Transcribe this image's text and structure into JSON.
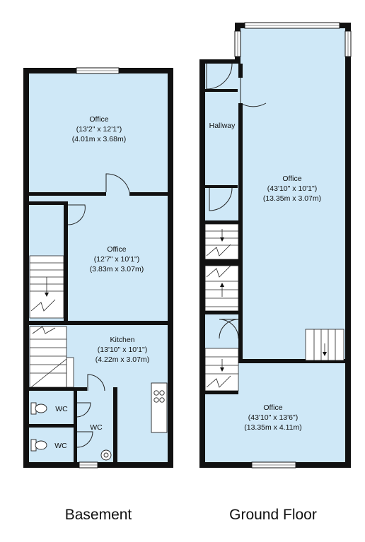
{
  "basement": {
    "title": "Basement",
    "office_top": {
      "name": "Office",
      "imperial": "(13'2\" x 12'1\")",
      "metric": "(4.01m x 3.68m)"
    },
    "office_mid": {
      "name": "Office",
      "imperial": "(12'7\" x 10'1\")",
      "metric": "(3.83m x 3.07m)"
    },
    "kitchen": {
      "name": "Kitchen",
      "imperial": "(13'10\" x 10'1\")",
      "metric": "(4.22m x 3.07m)"
    },
    "wc_1": "WC",
    "wc_2": "WC",
    "wc_3": "WC"
  },
  "ground_floor": {
    "title": "Ground Floor",
    "hallway": "Hallway",
    "office_large": {
      "name": "Office",
      "imperial": "(43'10\" x 10'1\")",
      "metric": "(13.35m x 3.07m)"
    },
    "office_rear": {
      "name": "Office",
      "imperial": "(43'10\" x 13'6\")",
      "metric": "(13.35m x 4.11m)"
    }
  },
  "colors": {
    "room_fill": "#cfe8f7",
    "wall": "#111111"
  }
}
